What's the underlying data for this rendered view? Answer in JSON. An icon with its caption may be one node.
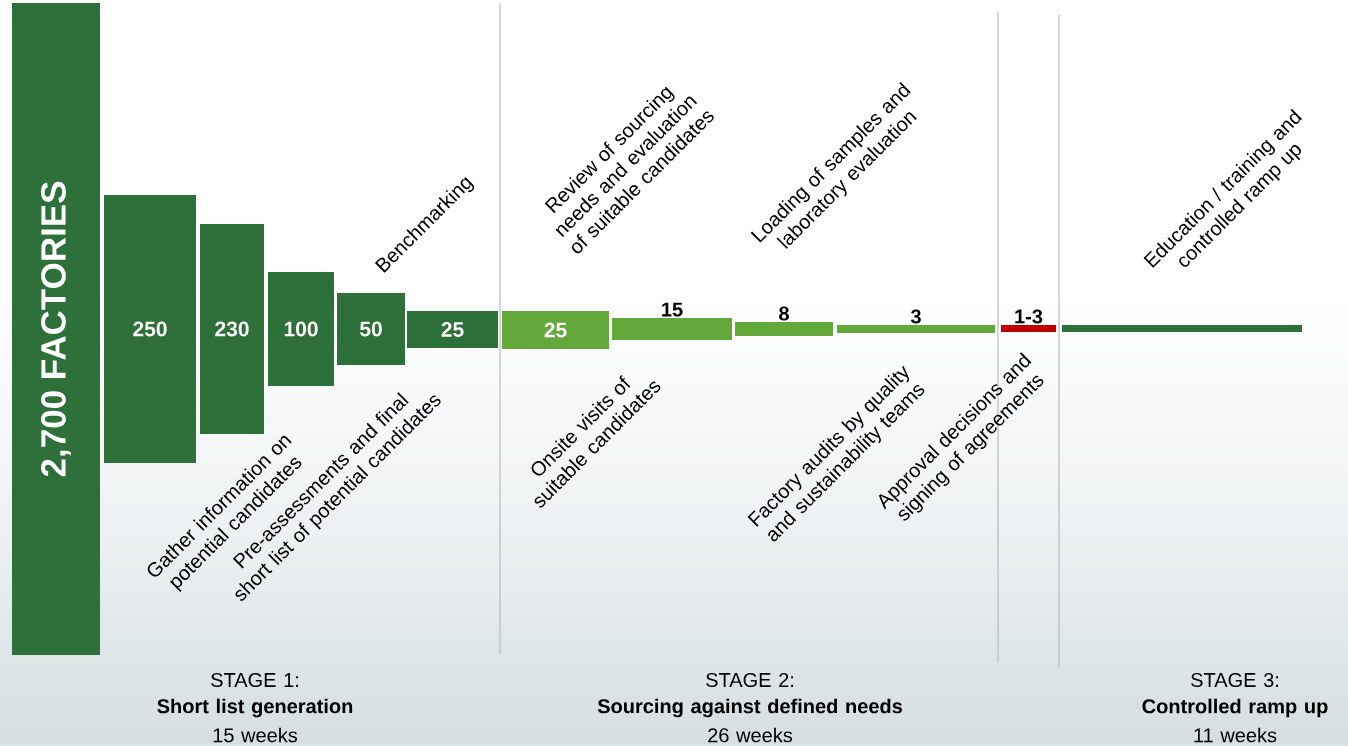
{
  "diagram": {
    "nodes": [
      {
        "text": [
          "2,700  FACTORIES"
        ]
      },
      {
        "text": [
          "250"
        ]
      },
      {
        "text": [
          "230"
        ]
      },
      {
        "text": [
          "100"
        ]
      },
      {
        "text": [
          "50"
        ]
      },
      {
        "text": [
          "25"
        ]
      },
      {
        "text": [
          "25"
        ]
      },
      {
        "text": [
          "15"
        ]
      },
      {
        "text": [
          "8"
        ]
      },
      {
        "text": [
          "3"
        ]
      },
      {
        "text": [
          "1-3"
        ]
      },
      {
        "text": [],
        "shape": "bar"
      }
    ],
    "labels": [
      "Review of sourcing needs and evaluation of suitable candidates",
      "Loading of samples and laboratory evaluation",
      "Education / training and controlled ramp up",
      "Benchmarking",
      "Gather information on potential candidates",
      "Pre-assessments and final short list of potential candidates",
      "Onsite visits of suitable candidates",
      "Factory audits by quality and sustainability teams",
      "Approval decisions and signing of agreements",
      "STAGE 1:",
      "Short list generation",
      "15 weeks",
      "STAGE 2:",
      "Sourcing against defined needs",
      "26 weeks",
      "STAGE 3:",
      "Controlled ramp up",
      "11 weeks"
    ]
  }
}
